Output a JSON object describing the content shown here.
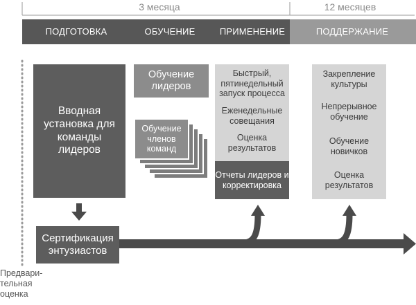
{
  "durations": {
    "short": "3 месяца",
    "long": "12 месяцев"
  },
  "phases": [
    "ПОДГОТОВКА",
    "ОБУЧЕНИЕ",
    "ПРИМЕНЕНИЕ",
    "ПОДДЕРЖАНИЕ"
  ],
  "boxes": {
    "intro_setup": "Вводная установка для команды лидеров",
    "certification": "Сертификация энтузиастов",
    "leader_training": "Обучение лидеров",
    "member_training": "Обучение членов команд",
    "pre_assessment": "Предвари-тельная оценка"
  },
  "application_items": [
    "Быстрый, пятинедельный запуск процесса",
    "Еженедельные совещания",
    "Оценка результатов"
  ],
  "application_footer": "Отчеты лидеров и корректировка",
  "support_items": [
    "Закрепление культуры",
    "Непрерывное обучение",
    "Обучение новичков",
    "Оценка результатов"
  ],
  "colors": {
    "dark": "#5d5d5d",
    "mid": "#8c8c8c",
    "light": "#d5d5d5",
    "phase_bar_dark": "#575757",
    "phase_bar_light": "#9a9a9a"
  }
}
